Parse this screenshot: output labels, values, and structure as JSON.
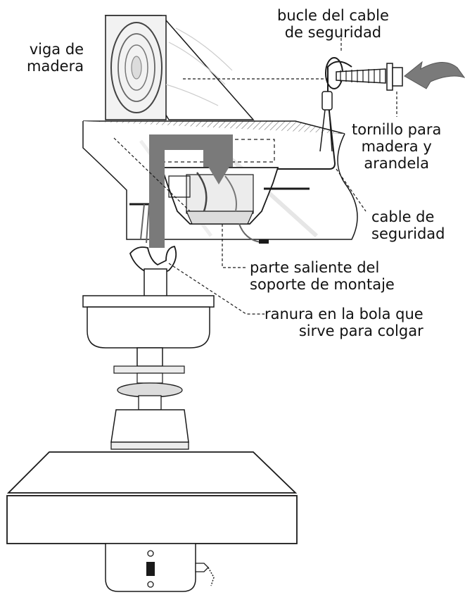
{
  "labels": {
    "beam": [
      "viga de",
      "madera"
    ],
    "loop": [
      "bucle del cable",
      "de seguridad"
    ],
    "screw": [
      "tornillo para",
      "madera y",
      "arandela"
    ],
    "cable": [
      "cable de",
      "seguridad"
    ],
    "bracket": [
      "parte saliente del",
      "soporte de montaje"
    ],
    "slot": [
      "ranura en la bola que",
      "sirve para colgar"
    ]
  },
  "colors": {
    "line": "#1a1a1a",
    "gray_arrow": "#7a7a7a",
    "fill_light": "#f2f2f2",
    "fill_mid": "#dcdcdc",
    "accent_red": "#b22222"
  }
}
